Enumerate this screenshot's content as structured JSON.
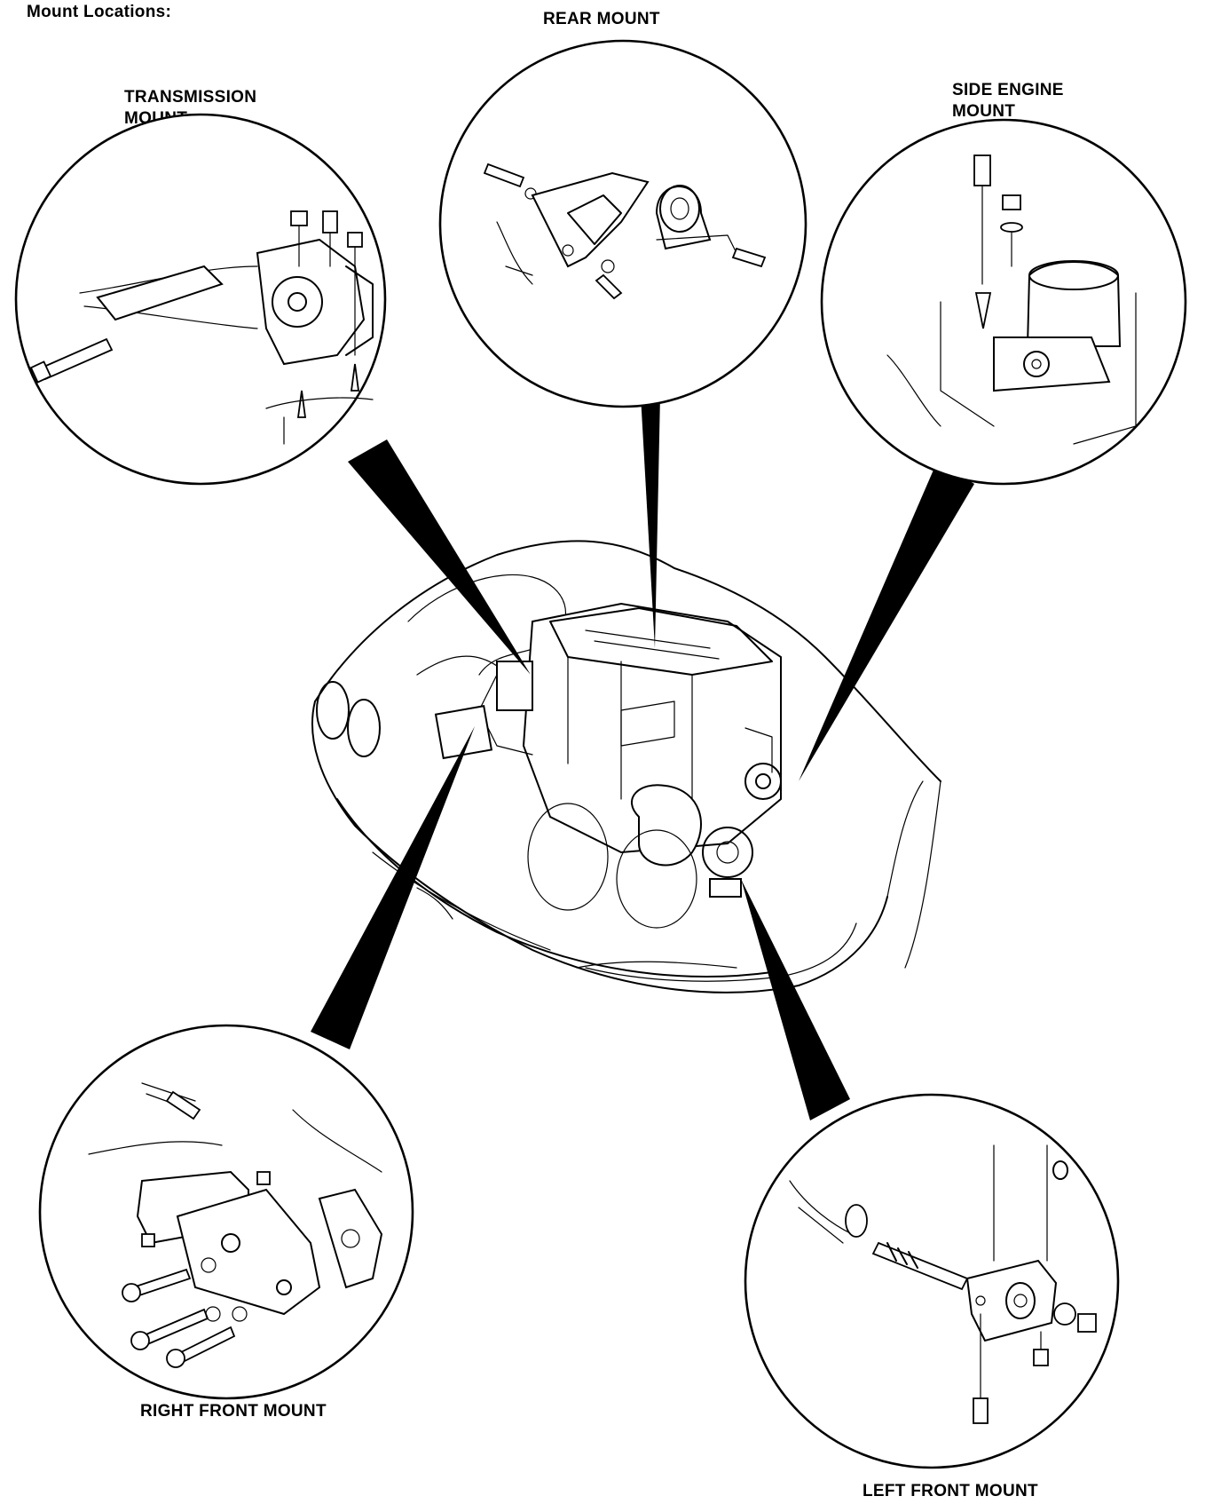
{
  "title": "Mount Locations:",
  "callouts": {
    "rear": "REAR MOUNT",
    "transmission": "TRANSMISSION\nMOUNT",
    "side_engine": "SIDE ENGINE\nMOUNT",
    "right_front": "RIGHT FRONT MOUNT",
    "left_front": "LEFT FRONT MOUNT"
  }
}
